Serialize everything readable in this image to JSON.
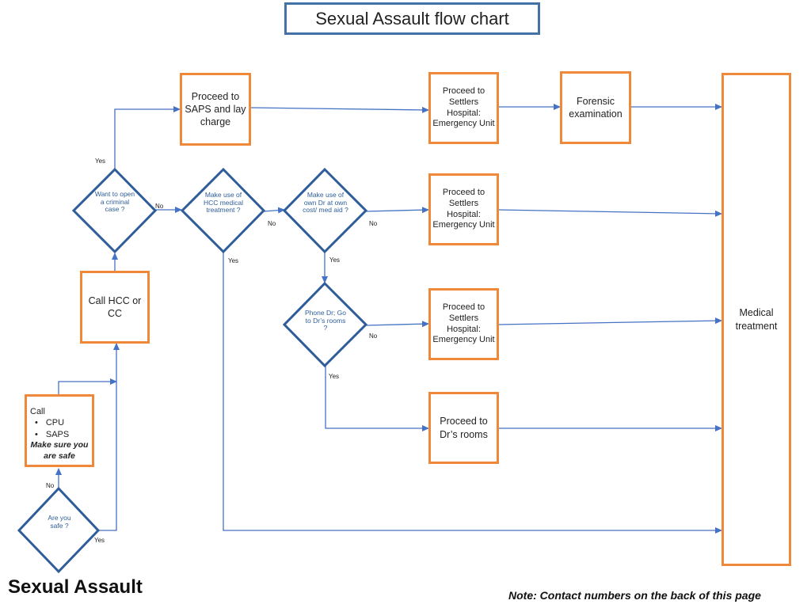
{
  "title": "Sexual Assault flow chart",
  "footer": {
    "heading": "Sexual Assault",
    "note": "Note:  Contact numbers on the back of this page"
  },
  "boxes": {
    "saps_charge": "Proceed to SAPS and lay charge",
    "settlers_1": "Proceed to Settlers Hospital: Emergency Unit",
    "forensic": "Forensic examination",
    "settlers_2": "Proceed to Settlers Hospital: Emergency Unit",
    "settlers_3": "Proceed to Settlers Hospital: Emergency Unit",
    "drs_rooms": "Proceed to Dr’s rooms",
    "medical": "Medical treatment",
    "call_hcc": "Call HCC or CC",
    "call_list": {
      "heading": "Call",
      "items": [
        "CPU",
        "SAPS"
      ],
      "emphasis": "Make sure you are safe"
    }
  },
  "decisions": {
    "criminal_case": "Want to open a criminal case ?",
    "hcc_medical": "Make use of HCC medical treatment ?",
    "own_dr": "Make use of own Dr at own cost/ med aid ?",
    "phone_dr": "Phone Dr; Go to Dr’s rooms ?",
    "are_you_safe": "Are you safe ?"
  },
  "edge_labels": {
    "yes": "Yes",
    "no": "No"
  },
  "colors": {
    "box_border": "#f0883a",
    "diamond_border": "#2e5d9a",
    "arrow": "#4472c4",
    "title_border": "#4472a8"
  }
}
